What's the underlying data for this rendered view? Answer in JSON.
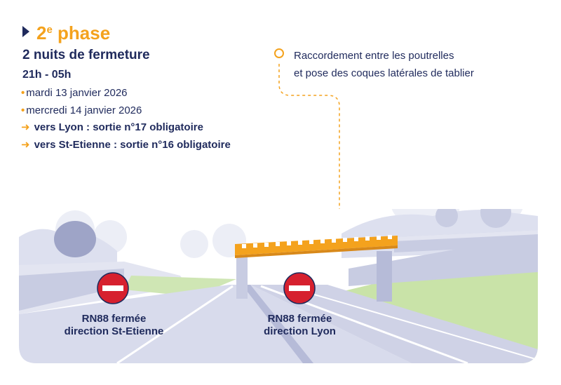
{
  "header": {
    "phase_number": "2",
    "phase_suffix": "e",
    "phase_word": " phase",
    "subtitle": "2 nuits de fermeture",
    "hours": "21h - 05h"
  },
  "dates": [
    "mardi 13 janvier 2026",
    "mercredi 14 janvier 2026"
  ],
  "directions": [
    "vers Lyon : sortie n°17 obligatoire",
    "vers St-Etienne : sortie n°16 obligatoire"
  ],
  "annotation": {
    "line1": "Raccordement entre les poutrelles",
    "line2": "et pose des coques latérales de tablier"
  },
  "signs": {
    "left": {
      "line1": "RN88 fermée",
      "line2": "direction St-Etienne"
    },
    "right": {
      "line1": "RN88 fermée",
      "line2": "direction Lyon"
    }
  },
  "colors": {
    "accent": "#f4a21d",
    "navy": "#1f2a5c",
    "sign_red": "#d6202e",
    "road": "#cfd2e6",
    "grass": "#c9e3a8"
  },
  "icons": {
    "title_marker": "triangle-right-icon",
    "bullet": "dot-icon",
    "direction": "arrow-right-icon",
    "annotation_marker": "circle-outline-icon",
    "no_entry": "no-entry-sign-icon"
  }
}
